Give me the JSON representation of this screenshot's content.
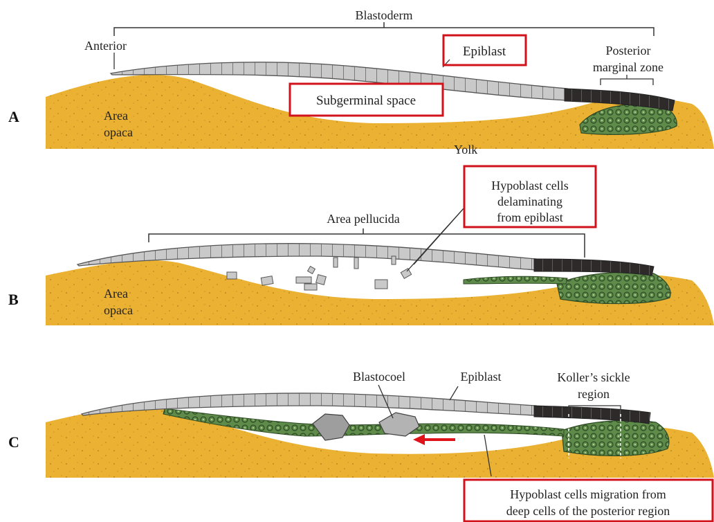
{
  "panels": [
    {
      "letter": "A"
    },
    {
      "letter": "B"
    },
    {
      "letter": "C"
    }
  ],
  "labels": {
    "blastoderm": "Blastoderm",
    "anterior": "Anterior",
    "epiblast_a": "Epiblast",
    "posterior_1": "Posterior",
    "posterior_2": "marginal zone",
    "subgerminal": "Subgerminal space",
    "area_opaca_a1": "Area",
    "area_opaca_a2": "opaca",
    "yolk": "Yolk",
    "hypo_delam_1": "Hypoblast cells",
    "hypo_delam_2": "delaminating",
    "hypo_delam_3": "from epiblast",
    "area_pellucida": "Area pellucida",
    "area_opaca_b1": "Area",
    "area_opaca_b2": "opaca",
    "blastocoel": "Blastocoel",
    "epiblast_c": "Epiblast",
    "koller_1": "Koller’s sickle",
    "koller_2": "region",
    "hypo_migr_1": "Hypoblast cells migration from",
    "hypo_migr_2": "deep cells of the posterior region"
  },
  "colors": {
    "yolk": "#eab133",
    "yolk_dots": "#a87a1c",
    "epiblast_cell": "#c9c9c9",
    "epiblast_outline": "#555555",
    "posterior_cells": "#2e2a2a",
    "hypoblast": "#5e8a4a",
    "highlight_box": "#d0121b",
    "arrow": "#e0131b"
  }
}
